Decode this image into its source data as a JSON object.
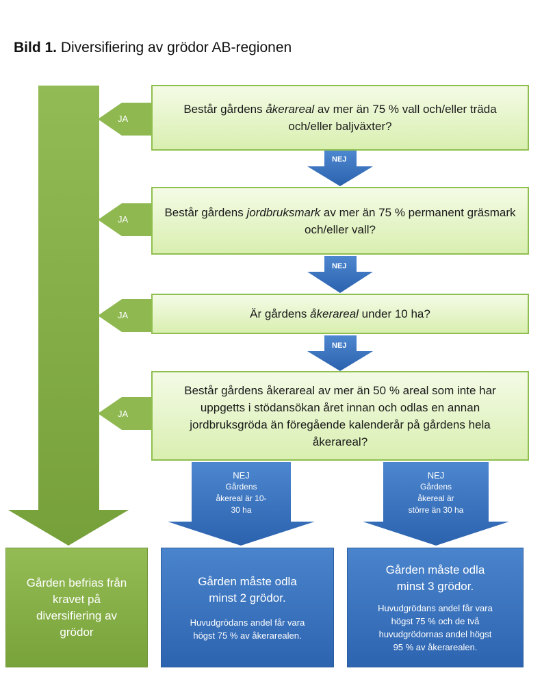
{
  "caption": {
    "bold": "Bild 1.",
    "text": " Diversifiering av grödor AB-regionen"
  },
  "questions": [
    {
      "parts": [
        {
          "t": "Består gårdens ",
          "i": false
        },
        {
          "t": "åkerareal",
          "i": true
        },
        {
          "t": " av mer än 75 % vall och/eller träda och/eller baljväxter?",
          "i": false
        }
      ]
    },
    {
      "parts": [
        {
          "t": "Består gårdens ",
          "i": false
        },
        {
          "t": "jordbruksmark",
          "i": true
        },
        {
          "t": " av mer än 75 % permanent gräsmark och/eller vall?",
          "i": false
        }
      ]
    },
    {
      "parts": [
        {
          "t": "Är gårdens ",
          "i": false
        },
        {
          "t": "åkerareal",
          "i": true
        },
        {
          "t": " under 10 ha?",
          "i": false
        }
      ]
    },
    {
      "parts": [
        {
          "t": "Består gårdens åkerareal av mer än 50 % areal som inte har uppgetts i stödansökan året innan och odlas en annan jordbruksgröda än föregående kalenderår på gårdens hela åkerareal?",
          "i": false
        }
      ]
    }
  ],
  "labels": {
    "ja": "JA",
    "nej": "NEJ",
    "branch_left": [
      "NEJ",
      "Gårdens",
      "åkereal är 10-",
      "30 ha"
    ],
    "branch_right": [
      "NEJ",
      "Gårdens",
      "åkereal är",
      "större än 30 ha"
    ]
  },
  "outcomes": {
    "exempt": [
      "Gården befrias från",
      "kravet på",
      "diversifiering av",
      "grödor"
    ],
    "two_crops": {
      "title": [
        "Gården måste odla",
        "minst 2 grödor."
      ],
      "detail": [
        "Huvudgrödans andel får vara",
        "högst 75 % av åkerarealen."
      ]
    },
    "three_crops": {
      "title": [
        "Gården måste odla",
        "minst 3 grödor."
      ],
      "detail": [
        "Huvudgrödans andel får vara",
        "högst 75 % och de två",
        "huvudgrödornas andel högst",
        "95 % av åkerarealen."
      ]
    }
  },
  "colors": {
    "green": "#86ac45",
    "blue": "#3a72bf",
    "question_border": "#8fbf4f"
  }
}
